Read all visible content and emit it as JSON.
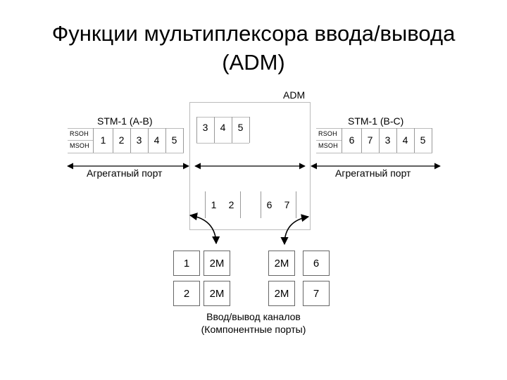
{
  "title": {
    "line1": "Функции мультиплексора ввода/вывода",
    "line2": "(ADM)"
  },
  "adm": {
    "label": "ADM",
    "top_cells": [
      "3",
      "4",
      "5"
    ],
    "drop_left": [
      "1",
      "2"
    ],
    "drop_right": [
      "6",
      "7"
    ]
  },
  "stm_left": {
    "label": "STM-1 (A-B)",
    "rsoh": "RSOH",
    "msoh": "MSOH",
    "cells": [
      "1",
      "2",
      "3",
      "4",
      "5"
    ],
    "port_label": "Агрегатный порт"
  },
  "stm_right": {
    "label": "STM-1 (B-C)",
    "rsoh": "RSOH",
    "msoh": "MSOH",
    "cells": [
      "6",
      "7",
      "3",
      "4",
      "5"
    ],
    "port_label": "Агрегатный порт"
  },
  "tributary": {
    "left": {
      "rows": [
        {
          "num": "1",
          "rate": "2M"
        },
        {
          "num": "2",
          "rate": "2M"
        }
      ]
    },
    "right": {
      "rows": [
        {
          "rate": "2M",
          "num": "6"
        },
        {
          "rate": "2M",
          "num": "7"
        }
      ]
    },
    "caption_line1": "Ввод/вывод каналов",
    "caption_line2": "(Компонентные порты)"
  }
}
